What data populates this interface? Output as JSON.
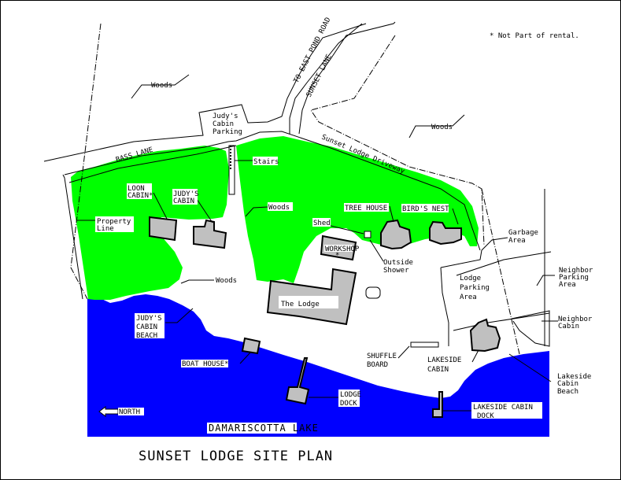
{
  "colors": {
    "woods": "#00ff00",
    "lake": "#0000ff",
    "building": "#c0c0c0"
  },
  "note": "* Not Part of rental.",
  "roads": {
    "east_pond": "TO EAST POND ROAD",
    "sunset_lane": "SUNSET LANE",
    "bass_lane": "BASS LANE",
    "driveway": "Sunset Lodge Driveway"
  },
  "labels": {
    "woods_nw": "Woods",
    "woods_ne": "Woods",
    "woods_center": "Woods",
    "woods_sw": "Woods",
    "judys_parking": [
      "Judy's",
      "Cabin",
      "Parking"
    ],
    "stairs": "Stairs",
    "loon_cabin": [
      "LOON",
      "CABIN*"
    ],
    "judys_cabin": [
      "JUDY'S",
      "CABIN"
    ],
    "property_line": [
      "Property",
      "Line"
    ],
    "tree_house": "TREE HOUSE",
    "birds_nest": "BIRD'S NEST",
    "shed": "Shed",
    "workshop": "WORKSHOP",
    "workshop_star": "*",
    "outside_shower": [
      "Outside",
      "Shower"
    ],
    "garbage": [
      "Garbage",
      "Area"
    ],
    "lodge": "The Lodge",
    "lodge_parking": [
      "Lodge",
      "Parking",
      "Area"
    ],
    "neighbor_parking": [
      "Neighbor",
      "Parking",
      "Area"
    ],
    "neighbor_cabin": [
      "Neighbor",
      "Cabin"
    ],
    "judys_beach": [
      "JUDY'S",
      "CABIN",
      "BEACH"
    ],
    "boat_house": "BOAT HOUSE*",
    "shuffle_board": [
      "SHUFFLE",
      "BOARD"
    ],
    "lakeside_cabin": [
      "LAKESIDE",
      "CABIN"
    ],
    "lakeside_beach": [
      "Lakeside",
      "Cabin",
      "Beach"
    ],
    "lodge_dock": [
      "LODGE",
      "DOCK"
    ],
    "lakeside_dock": [
      "LAKESIDE CABIN",
      "DOCK"
    ],
    "north": "NORTH",
    "lake": "DAMARISCOTTA LAKE"
  },
  "title": "SUNSET LODGE SITE PLAN"
}
